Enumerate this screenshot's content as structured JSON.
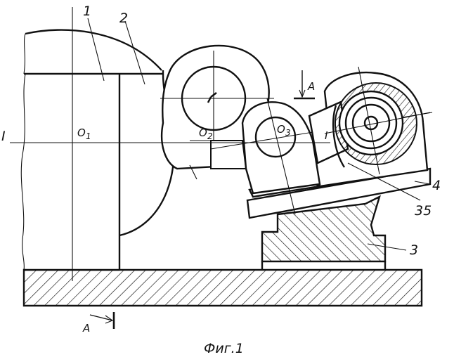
{
  "figure": {
    "caption": "Фиг.1",
    "part_labels": {
      "p1": "1",
      "p2": "2",
      "p3": "3",
      "p4": "4",
      "p35": "35"
    },
    "centers": {
      "o1": "O",
      "o1_sub": "1",
      "o2": "O",
      "o2_sub": "2",
      "o3": "O",
      "o3_sub": "3"
    },
    "axis_labels": {
      "axis_left": "I",
      "axis_right": "I"
    },
    "section_marks": {
      "top": "A",
      "bottom": "A"
    }
  }
}
